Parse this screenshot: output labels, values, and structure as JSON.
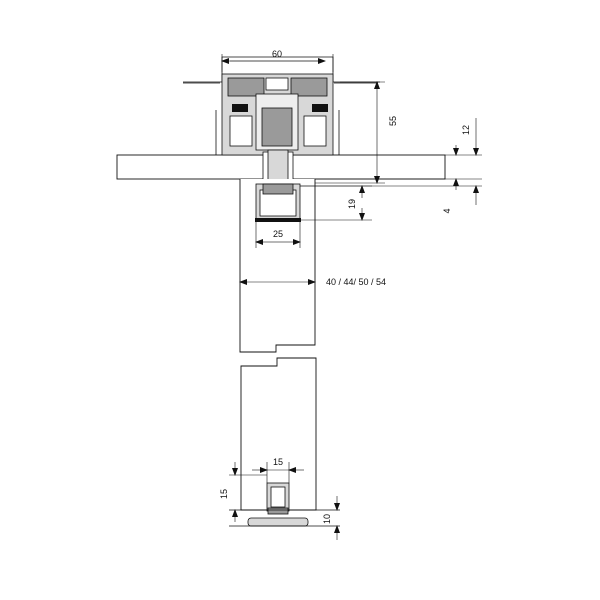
{
  "diagram": {
    "dimensions": {
      "top_width": "60",
      "rail_height": "55",
      "top_clearance": "12",
      "gap": "4",
      "runner_height": "19",
      "runner_width": "25",
      "door_thickness": "40 / 44/ 50 / 54",
      "guide_width": "15",
      "guide_height": "15",
      "floor_guide_height": "10"
    }
  }
}
